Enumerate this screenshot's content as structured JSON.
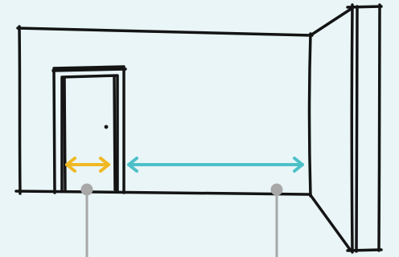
{
  "colors": {
    "background": "#e9f5f7",
    "ink": "#141414",
    "door_width_arrow": "#f0b823",
    "wall_span_arrow": "#4cc0c8",
    "leader_line": "#a8a8a8"
  },
  "elements": {
    "room_wall": "back-wall-sketch",
    "side_wall": "right-wall-sketch",
    "door": "door-sketch",
    "door_knob": "door-knob",
    "door_width_arrow": "double-headed-arrow",
    "wall_span_arrow": "double-headed-arrow",
    "leader_lines": 2
  }
}
